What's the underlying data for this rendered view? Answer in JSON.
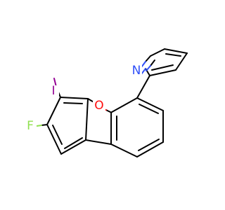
{
  "atoms": {
    "O": {
      "symbol": "O",
      "color": "#ff0d0d"
    },
    "N": {
      "symbol": "N",
      "color": "#3050f8"
    },
    "F": {
      "symbol": "F",
      "color": "#90e050"
    },
    "I": {
      "symbol": "I",
      "color": "#940094"
    }
  }
}
